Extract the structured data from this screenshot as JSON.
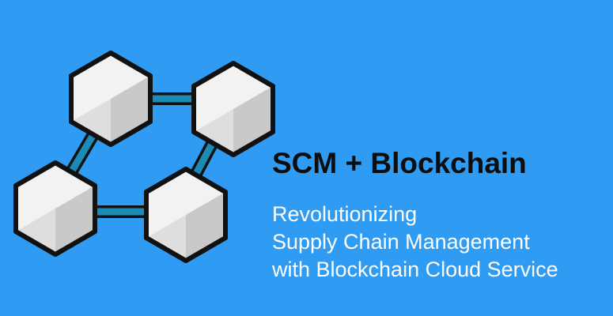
{
  "banner": {
    "background_color": "#2f9bf2",
    "headline": "SCM + Blockchain",
    "subtitle_lines": [
      "Revolutionizing",
      "Supply Chain Management",
      "with Blockchain Cloud Service"
    ],
    "illustration": {
      "icon": "blockchain-cubes-icon",
      "cube_count": 4,
      "link_color": "#1b8ab5"
    }
  }
}
